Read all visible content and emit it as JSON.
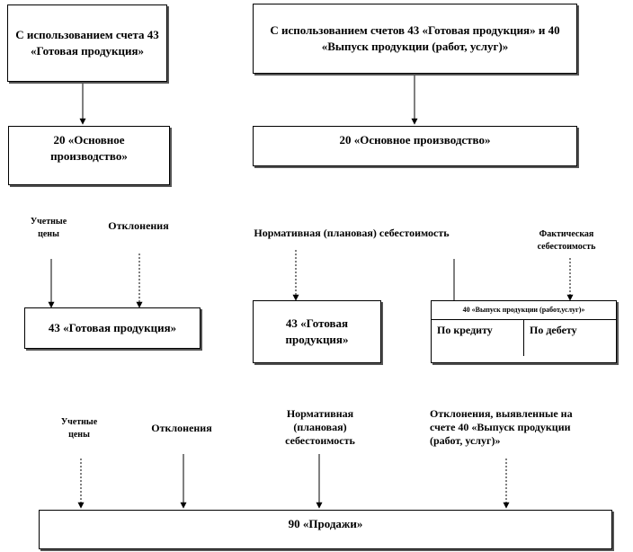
{
  "top_left_box": {
    "text": "С использованием счета 43 «Готовая продукция»"
  },
  "top_right_box": {
    "text": "С использованием счетов 43 «Готовая продукция» и 40 «Выпуск продукции (работ, услуг)»"
  },
  "production_box_left": {
    "text": "20 «Основное производство»"
  },
  "production_box_right": {
    "text": "20 «Основное производство»"
  },
  "row2_labels": {
    "accounting_prices": "Учетные цены",
    "deviations": "Отклонения",
    "normative_cost": "Нормативная (плановая) себестоимость",
    "actual_cost": "Фактическая себестоимость"
  },
  "finished_goods_box_left": {
    "text": "43 «Готовая продукция»"
  },
  "finished_goods_box_right": {
    "text": "43 «Готовая продукция»"
  },
  "output_table": {
    "header": "40 «Выпуск продукции (работ,услуг)»",
    "credit": "По кредиту",
    "debit": "По дебету"
  },
  "row3_labels": {
    "accounting_prices": "Учетные цены",
    "deviations": "Отклонения",
    "normative_cost": "Нормативная (плановая) себестоимость",
    "deviations_40": "Отклонения, выявленные на счете 40 «Выпуск продукции (работ, услуг)»"
  },
  "sales_box": {
    "text": "90 «Продажи»"
  }
}
